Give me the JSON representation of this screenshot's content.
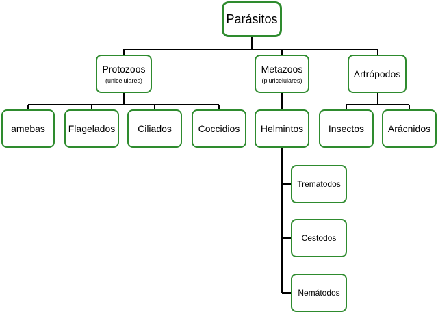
{
  "diagram": {
    "root": {
      "label": "Parásitos"
    },
    "groups": [
      {
        "label": "Protozoos",
        "note": "(unicelulares)"
      },
      {
        "label": "Metazoos",
        "note": "(pluricelulares)"
      },
      {
        "label": "Artrópodos"
      }
    ],
    "protozoos_children": [
      "amebas",
      "Flagelados",
      "Ciliados",
      "Coccidios"
    ],
    "metazoos_children": [
      "Helmintos"
    ],
    "helmintos_children": [
      "Trematodos",
      "Cestodos",
      "Nemátodos"
    ],
    "artropodos_children": [
      "Insectos",
      "Arácnidos"
    ]
  },
  "colors": {
    "box_border": "#2e8b2e",
    "connector": "#000000"
  }
}
